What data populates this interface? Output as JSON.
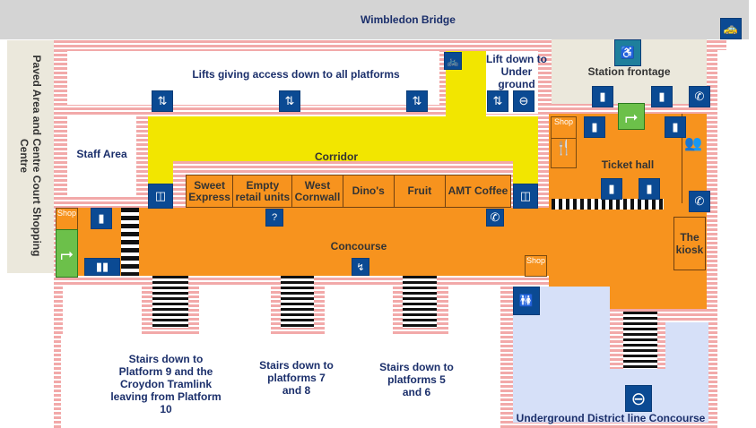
{
  "top_bar": {
    "title": "Wimbledon Bridge",
    "taxi_icon": "taxi-icon"
  },
  "left_area": {
    "label": "Paved Area and Centre Court Shopping Centre"
  },
  "areas": {
    "lifts": "Lifts giving access down to all platforms",
    "lift_underground": "Lift down to Under ground",
    "station_frontage": "Station frontage",
    "staff_area": "Staff Area",
    "corridor": "Corridor",
    "ticket_hall": "Ticket hall",
    "kiosk": "The kiosk",
    "concourse": "Concourse",
    "underground_concourse": "Underground District line Concourse"
  },
  "shops": [
    "Sweet Express",
    "Empty retail units",
    "West Cornwall",
    "Dino's",
    "Fruit",
    "AMT Coffee"
  ],
  "shop_label": "Shop",
  "stairs": [
    "Stairs down to Platform 9 and the Croydon Tramlink leaving from Platform 10",
    "Stairs down to platforms 7 and 8",
    "Stairs down to platforms 5 and 6"
  ],
  "colors": {
    "concourse": "#f7931e",
    "corridor": "#f2e600",
    "underground": "#d6e0f8",
    "icon": "#0b4a93",
    "wall": "#f2a9a9"
  }
}
